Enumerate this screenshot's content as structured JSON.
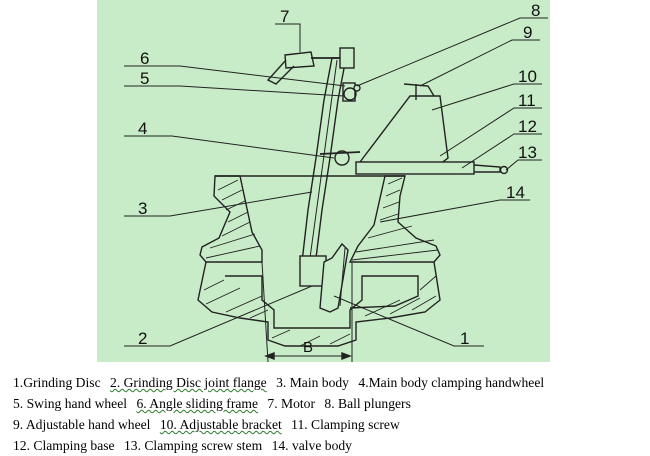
{
  "diagram": {
    "callouts": [
      {
        "id": "7",
        "label": "7"
      },
      {
        "id": "8",
        "label": "8"
      },
      {
        "id": "9",
        "label": "9"
      },
      {
        "id": "6",
        "label": "6"
      },
      {
        "id": "5",
        "label": "5"
      },
      {
        "id": "10",
        "label": "10"
      },
      {
        "id": "11",
        "label": "11"
      },
      {
        "id": "4",
        "label": "4"
      },
      {
        "id": "12",
        "label": "12"
      },
      {
        "id": "13",
        "label": "13"
      },
      {
        "id": "14",
        "label": "14"
      },
      {
        "id": "3",
        "label": "3"
      },
      {
        "id": "2",
        "label": "2"
      },
      {
        "id": "1",
        "label": "1"
      }
    ],
    "dimension_label": "B"
  },
  "caption": {
    "items": [
      "1.Grinding Disc",
      "2. Grinding Disc joint flange",
      "3. Main body",
      "4.Main body clamping handwheel",
      "5. Swing hand wheel",
      "6. Angle sliding frame",
      "7. Motor",
      "8. Ball plungers",
      "9. Adjustable hand wheel",
      "10. Adjustable bracket",
      "11. Clamping screw",
      "12. Clamping base",
      "13. Clamping screw stem",
      "14. valve body"
    ]
  }
}
